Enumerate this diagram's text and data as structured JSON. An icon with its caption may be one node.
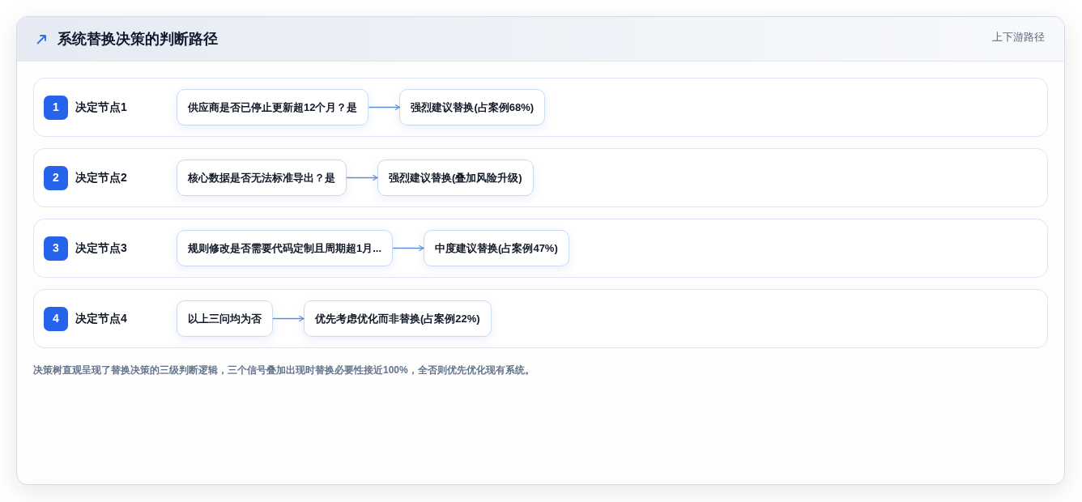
{
  "diagram": {
    "title": "系统替换决策的判断路径",
    "caption": "决策树直观呈现了替换决策的三级判断逻辑，三个信号叠加出现时替换必要性接近100%，全否则优先优化现有系统。",
    "labels": [
      "上下游路径"
    ],
    "nodes": [
      {
        "text": [
          "决定节点1"
        ]
      },
      {
        "text": [
          "1"
        ],
        "in": 0
      },
      {
        "text": [
          "供应商是否已停止更新超12个月？是"
        ],
        "in": 0
      },
      {
        "text": [
          "强烈建议替换(占案例68%)"
        ],
        "in": 0
      },
      {
        "text": [
          "决定节点2"
        ]
      },
      {
        "text": [
          "2"
        ],
        "in": 4
      },
      {
        "text": [
          "核心数据是否无法标准导出？是"
        ],
        "in": 4
      },
      {
        "text": [
          "强烈建议替换(叠加风险升级)"
        ],
        "in": 4
      },
      {
        "text": [
          "决定节点3"
        ]
      },
      {
        "text": [
          "3"
        ],
        "in": 8
      },
      {
        "text": [
          "规则修改是否需要代码定制且周期超1月..."
        ],
        "in": 8
      },
      {
        "text": [
          "中度建议替换(占案例47%)"
        ],
        "in": 8
      },
      {
        "text": [
          "决定节点4"
        ]
      },
      {
        "text": [
          "4"
        ],
        "in": 12
      },
      {
        "text": [
          "以上三问均为否"
        ],
        "in": 12
      },
      {
        "text": [
          "优先考虑优化而非替换(占案例22%)"
        ],
        "in": 12
      }
    ],
    "edges": [
      {
        "from": 2,
        "to": 3,
        "arrow": "to"
      },
      {
        "from": 6,
        "to": 7,
        "arrow": "to"
      },
      {
        "from": 10,
        "to": 11,
        "arrow": "to"
      },
      {
        "from": 14,
        "to": 15,
        "arrow": "to"
      }
    ]
  }
}
